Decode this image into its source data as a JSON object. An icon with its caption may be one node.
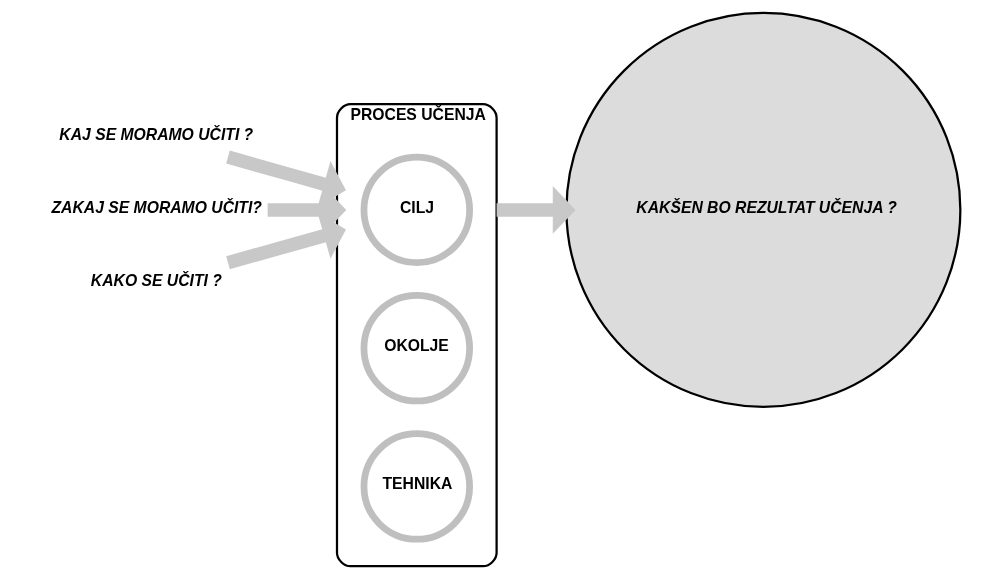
{
  "diagram": {
    "nodes": [
      {
        "text": [
          "KAJ SE MORAMO UČITI ?"
        ]
      },
      {
        "text": [
          "KAKŠEN BO REZULTAT UČENJA ?"
        ]
      },
      {
        "text": [
          "PROCES UČENJA"
        ]
      },
      {
        "text": [
          "CILJ"
        ],
        "in": 2
      },
      {
        "text": [
          "OKOLJE"
        ],
        "in": 2
      },
      {
        "text": [
          "TEHNIKA"
        ],
        "in": 2
      },
      {
        "text": [
          "ZAKAJ SE MORAMO UČITI?"
        ]
      },
      {
        "text": [
          "KAKO SE UČITI ?"
        ]
      }
    ],
    "edges": [
      {
        "from": 0,
        "to": 2,
        "arrow": "to"
      },
      {
        "from": 2,
        "to": 1,
        "arrow": "to"
      },
      {
        "from": 6,
        "to": 2,
        "arrow": "to"
      },
      {
        "from": 7,
        "to": 2,
        "arrow": "to"
      }
    ]
  }
}
